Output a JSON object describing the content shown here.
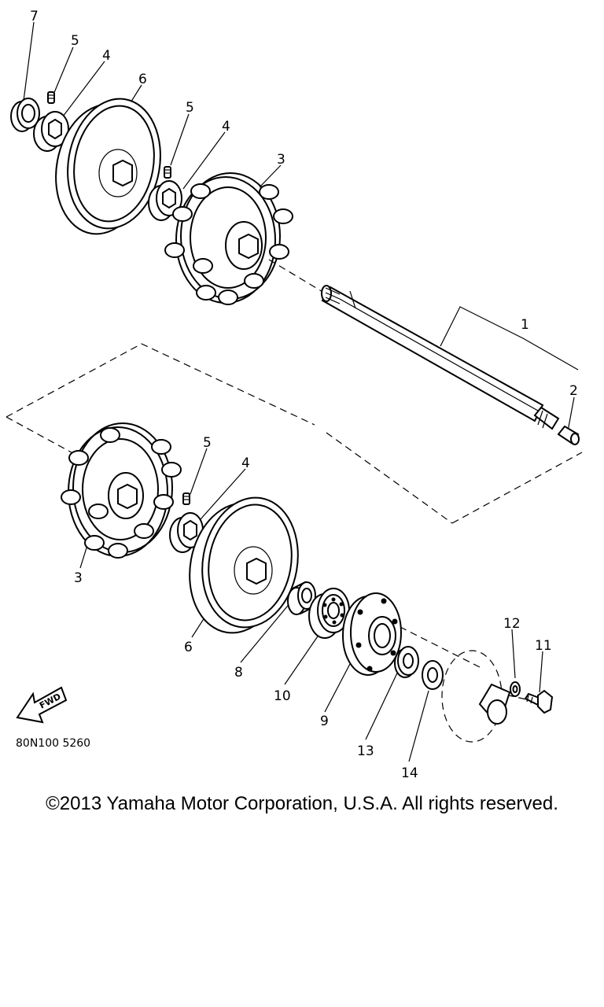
{
  "callouts": {
    "c7": "7",
    "c5a": "5",
    "c4a": "4",
    "c6a": "6",
    "c5b": "5",
    "c4b": "4",
    "c3a": "3",
    "c1": "1",
    "c2": "2",
    "c5c": "5",
    "c4c": "4",
    "c3b": "3",
    "c6b": "6",
    "c8": "8",
    "c10": "10",
    "c9": "9",
    "c13": "13",
    "c14": "14",
    "c12": "12",
    "c11": "11"
  },
  "fwd_label": "FWD",
  "drawing_code": "80N100 5260",
  "copyright": "©2013 Yamaha Motor Corporation, U.S.A. All rights reserved."
}
